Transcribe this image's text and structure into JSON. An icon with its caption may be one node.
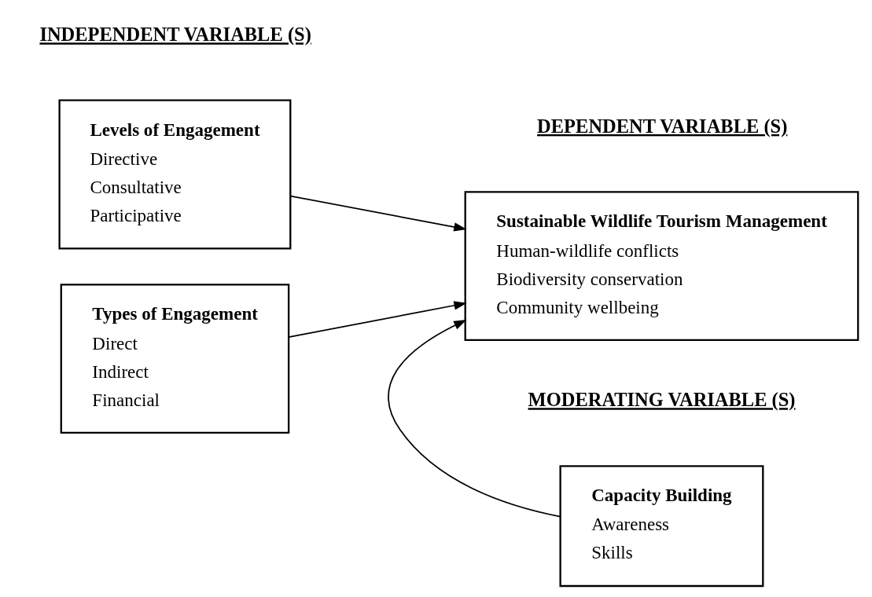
{
  "diagram": {
    "nodes": [
      {
        "text": [
          "Levels of Engagement",
          "Directive",
          "Consultative",
          "Participative"
        ]
      },
      {
        "text": [
          "Types of Engagement",
          "Direct",
          "Indirect",
          "Financial"
        ]
      },
      {
        "text": [
          "Sustainable Wildlife Tourism Management",
          "Human-wildlife conflicts",
          "Biodiversity conservation",
          "Community wellbeing"
        ]
      },
      {
        "text": [
          "Capacity Building",
          "Awareness",
          "Skills"
        ]
      }
    ],
    "edges": [
      {
        "from": 0,
        "to": 2,
        "arrow": "to"
      },
      {
        "from": 1,
        "to": 2,
        "arrow": "to"
      },
      {
        "from": 3,
        "to": 2,
        "arrow": "to"
      }
    ],
    "labels": [
      "INDEPENDENT VARIABLE (S)",
      "DEPENDENT VARIABLE (S)",
      "MODERATING VARIABLE (S)"
    ]
  }
}
